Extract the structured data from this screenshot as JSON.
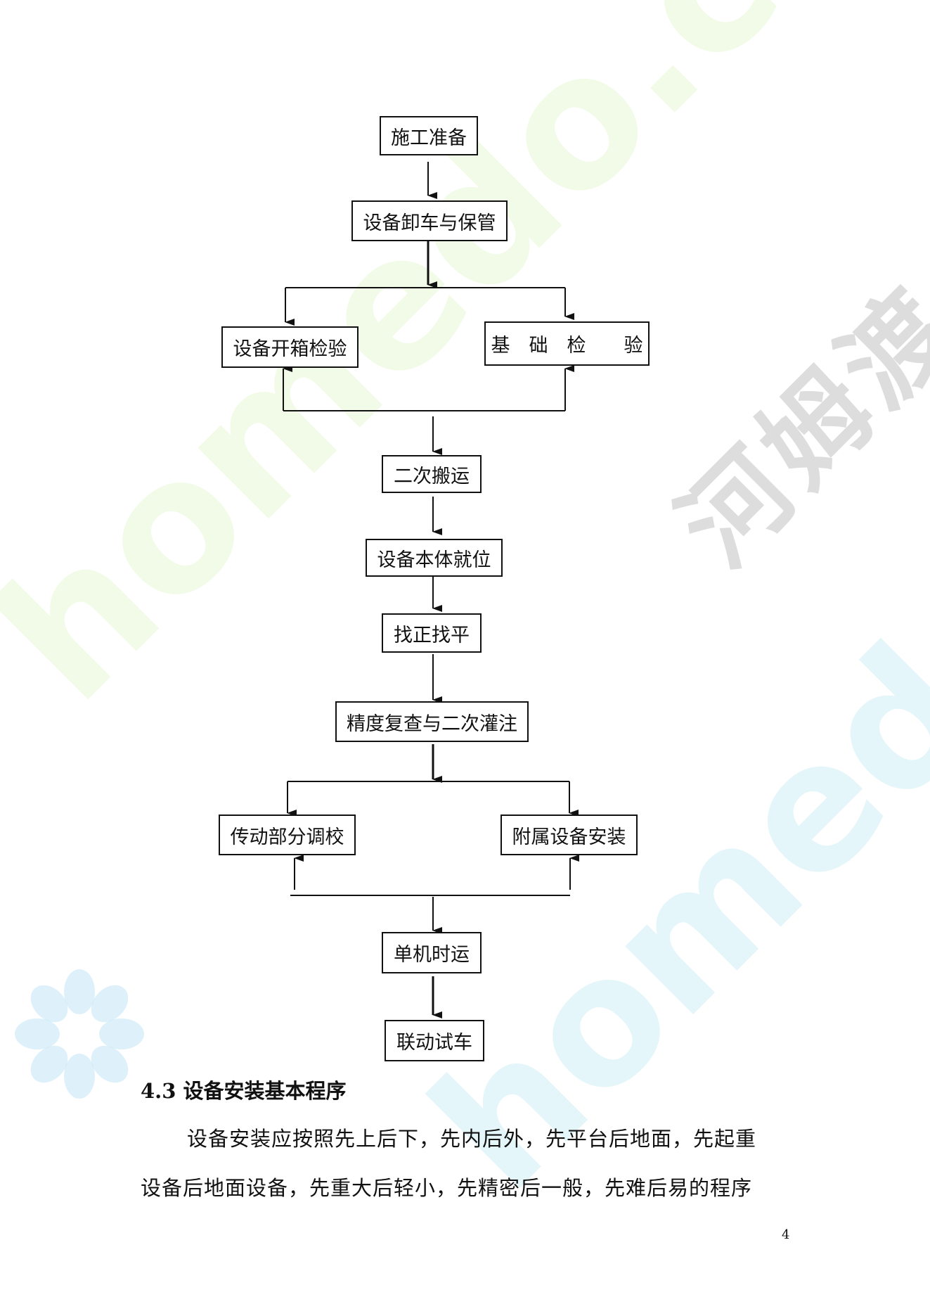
{
  "watermark": {
    "latin_text": "homedo.com",
    "cjk_text": "河姆渡"
  },
  "flowchart": {
    "steps": {
      "s1": "施工准备",
      "s2": "设备卸车与保管",
      "s3a": "设备开箱检验",
      "s3b": "基　础　检　　验",
      "s4": "二次搬运",
      "s5": "设备本体就位",
      "s6": "找正找平",
      "s7": "精度复查与二次灌注",
      "s8a": "传动部分调校",
      "s8b": "附属设备安装",
      "s9": "单机时运",
      "s10": "联动试车"
    }
  },
  "section": {
    "heading": "4.3 设备安装基本程序",
    "paragraph_line1": "设备安装应按照先上后下，先内后外，先平台后地面，先起重",
    "paragraph_line2": "设备后地面设备，先重大后轻小，先精密后一般，先难后易的程序"
  },
  "page_number": "4"
}
